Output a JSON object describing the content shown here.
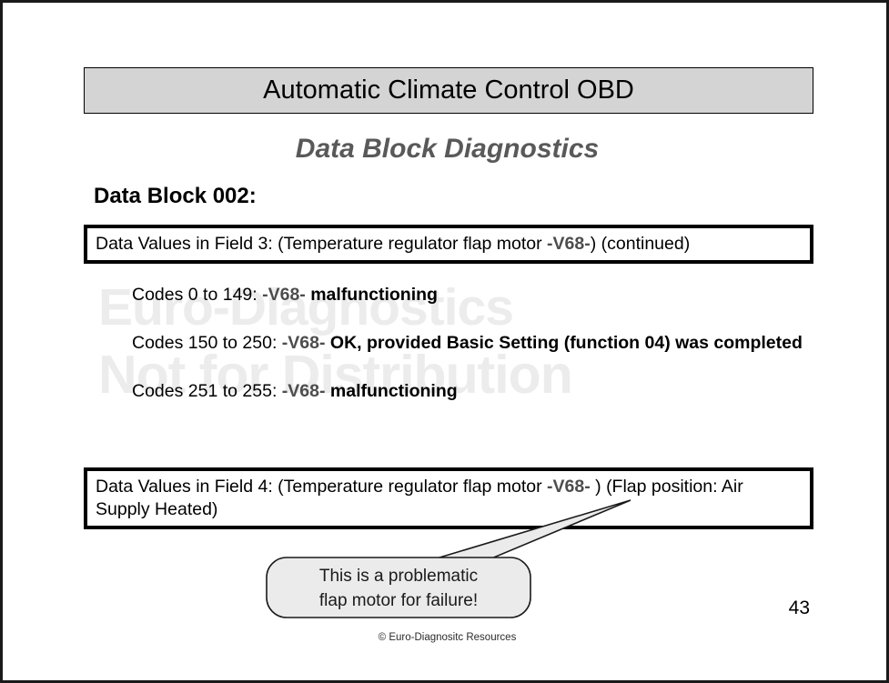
{
  "slide": {
    "title": "Automatic Climate Control OBD",
    "subtitle": "Data Block Diagnostics",
    "data_block_label": "Data Block 002:",
    "page_number": "43",
    "footer": "© Euro-Diagnositc Resources",
    "background_color": "#ffffff",
    "border_color": "#1a1a1a",
    "title_bar_fill": "#d4d4d4",
    "subtitle_color": "#595959",
    "v68_color": "#4d4d4d"
  },
  "watermark": {
    "line1": "Euro-Diagnostics",
    "line2": "Not for Distribution",
    "color": "#ececec"
  },
  "field3": {
    "prefix": "Data Values in Field 3: (Temperature regulator flap motor ",
    "code": "-V68-",
    "suffix": ") (continued)"
  },
  "codes": [
    {
      "prefix": "Codes 0 to 149: ",
      "code": "-V68-",
      "suffix": " malfunctioning"
    },
    {
      "prefix": "Codes 150 to 250: ",
      "code": "-V68-",
      "suffix": " OK, provided Basic Setting (function 04) was completed"
    },
    {
      "prefix": "Codes 251 to 255: ",
      "code": "-V68-",
      "suffix": " malfunctioning"
    }
  ],
  "field4": {
    "prefix": "Data Values in Field 4: (Temperature regulator flap motor ",
    "code": "-V68-",
    "suffix": " ) (Flap position: Air Supply Heated)"
  },
  "callout": {
    "line1": "This is a problematic",
    "line2": "flap motor for failure!",
    "fill": "#ebebeb",
    "stroke": "#1a1a1a"
  }
}
